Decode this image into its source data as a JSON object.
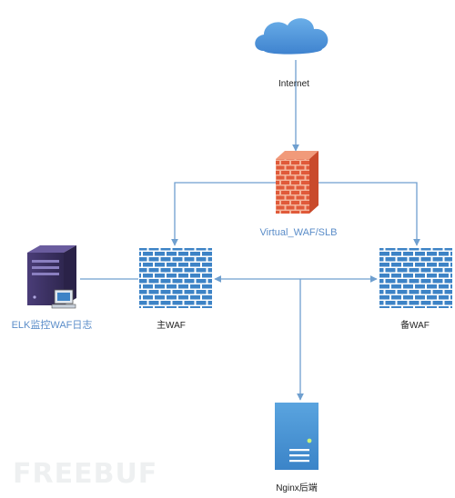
{
  "nodes": {
    "internet": {
      "label": "Internet",
      "icon": "cloud-icon"
    },
    "slb": {
      "label": "Virtual_WAF/SLB",
      "icon": "firewall-red-icon"
    },
    "main_waf": {
      "label": "主WAF",
      "icon": "firewall-blue-icon"
    },
    "backup_waf": {
      "label": "备WAF",
      "icon": "firewall-blue-icon"
    },
    "elk": {
      "label": "ELK监控WAF日志",
      "icon": "server-tower-icon"
    },
    "nginx": {
      "label": "Nginx后端",
      "icon": "server-blue-icon"
    }
  },
  "watermark": "FREEBUF",
  "colors": {
    "line": "#6f9fcf",
    "cloud": "#4a90d6",
    "brick_blue": "#3d83c6",
    "brick_red": "#e05a3a",
    "label_blue": "#5b8dc9"
  }
}
